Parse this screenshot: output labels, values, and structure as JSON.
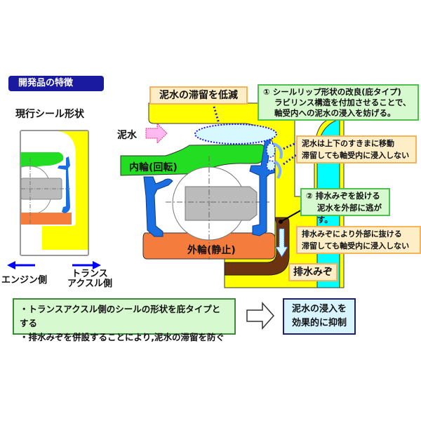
{
  "header": {
    "title": "開発品の特徴"
  },
  "current_seal": {
    "label": "現行シール形状"
  },
  "directions": {
    "engine_side": "エンジン側",
    "transaxle_side_line1": "トランス",
    "transaxle_side_line2": "アクスル側"
  },
  "diagram": {
    "mud_water_label": "泥水",
    "inner_ring_label": "内輪(回転)",
    "outer_ring_label": "外輪(静止)",
    "drain_groove_label": "排水みぞ",
    "callout_reduce": "泥水の滞留を低減",
    "callout_improve_line1": "① シールリップ形状の改良(庇タイプ)",
    "callout_improve_line2": "ラビリンス構造を付加させることで、",
    "callout_improve_line3": "軸受内への泥水の浸入を妨げる。",
    "callout_move_line1": "泥水は上下のすきまに移動",
    "callout_move_line2": "滞留しても軸受内に浸入しない",
    "callout_drain_line1": "② 排水みぞを設ける",
    "callout_drain_line2": "泥水を外部に逃がす。",
    "callout_escape_line1": "排水みぞにより外部に抜ける",
    "callout_escape_line2": "滞留しても軸受内に浸入しない"
  },
  "summary": {
    "point1": "・トランスアクスル側のシールの形状を庇タイプとする",
    "point2": "・排水みぞを併設することにより,泥水の滞留を防ぐ",
    "result_line1": "泥水の浸入を",
    "result_line2": "効果的に抑制"
  },
  "colors": {
    "header_bg": "#1a1aa0",
    "housing": "#ffff00",
    "inner_ring": "#22dd22",
    "outer_ring": "#f47c3c",
    "seal": "#1a6fe0",
    "drain": "#6b3310",
    "water_channel": "#00ffff"
  }
}
